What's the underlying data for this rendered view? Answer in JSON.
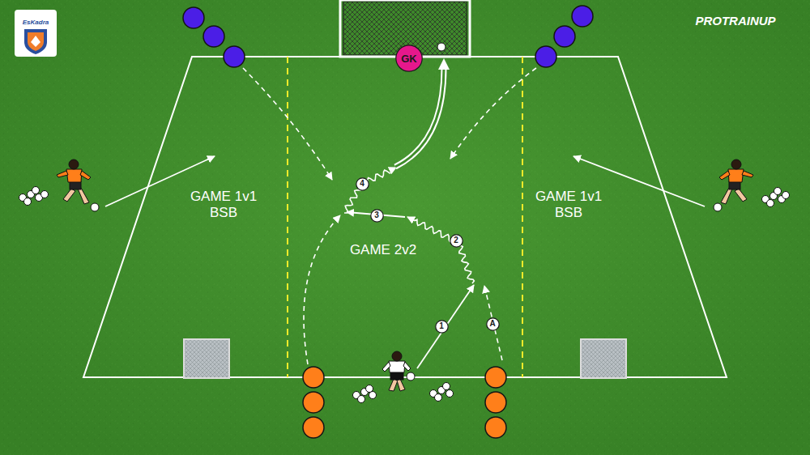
{
  "diagram": {
    "nodes": [
      {
        "text": [
          "GK"
        ]
      },
      {
        "text": [
          "4"
        ]
      },
      {
        "text": [
          "3"
        ]
      },
      {
        "text": [
          "2"
        ]
      },
      {
        "text": [
          "1"
        ]
      },
      {
        "text": [
          "A"
        ]
      }
    ],
    "labels": [
      "EsKadra",
      "PROTRAINUP",
      "GAME 1v1 BSB",
      "GAME 2v2",
      "GAME 1v1 BSB"
    ]
  }
}
